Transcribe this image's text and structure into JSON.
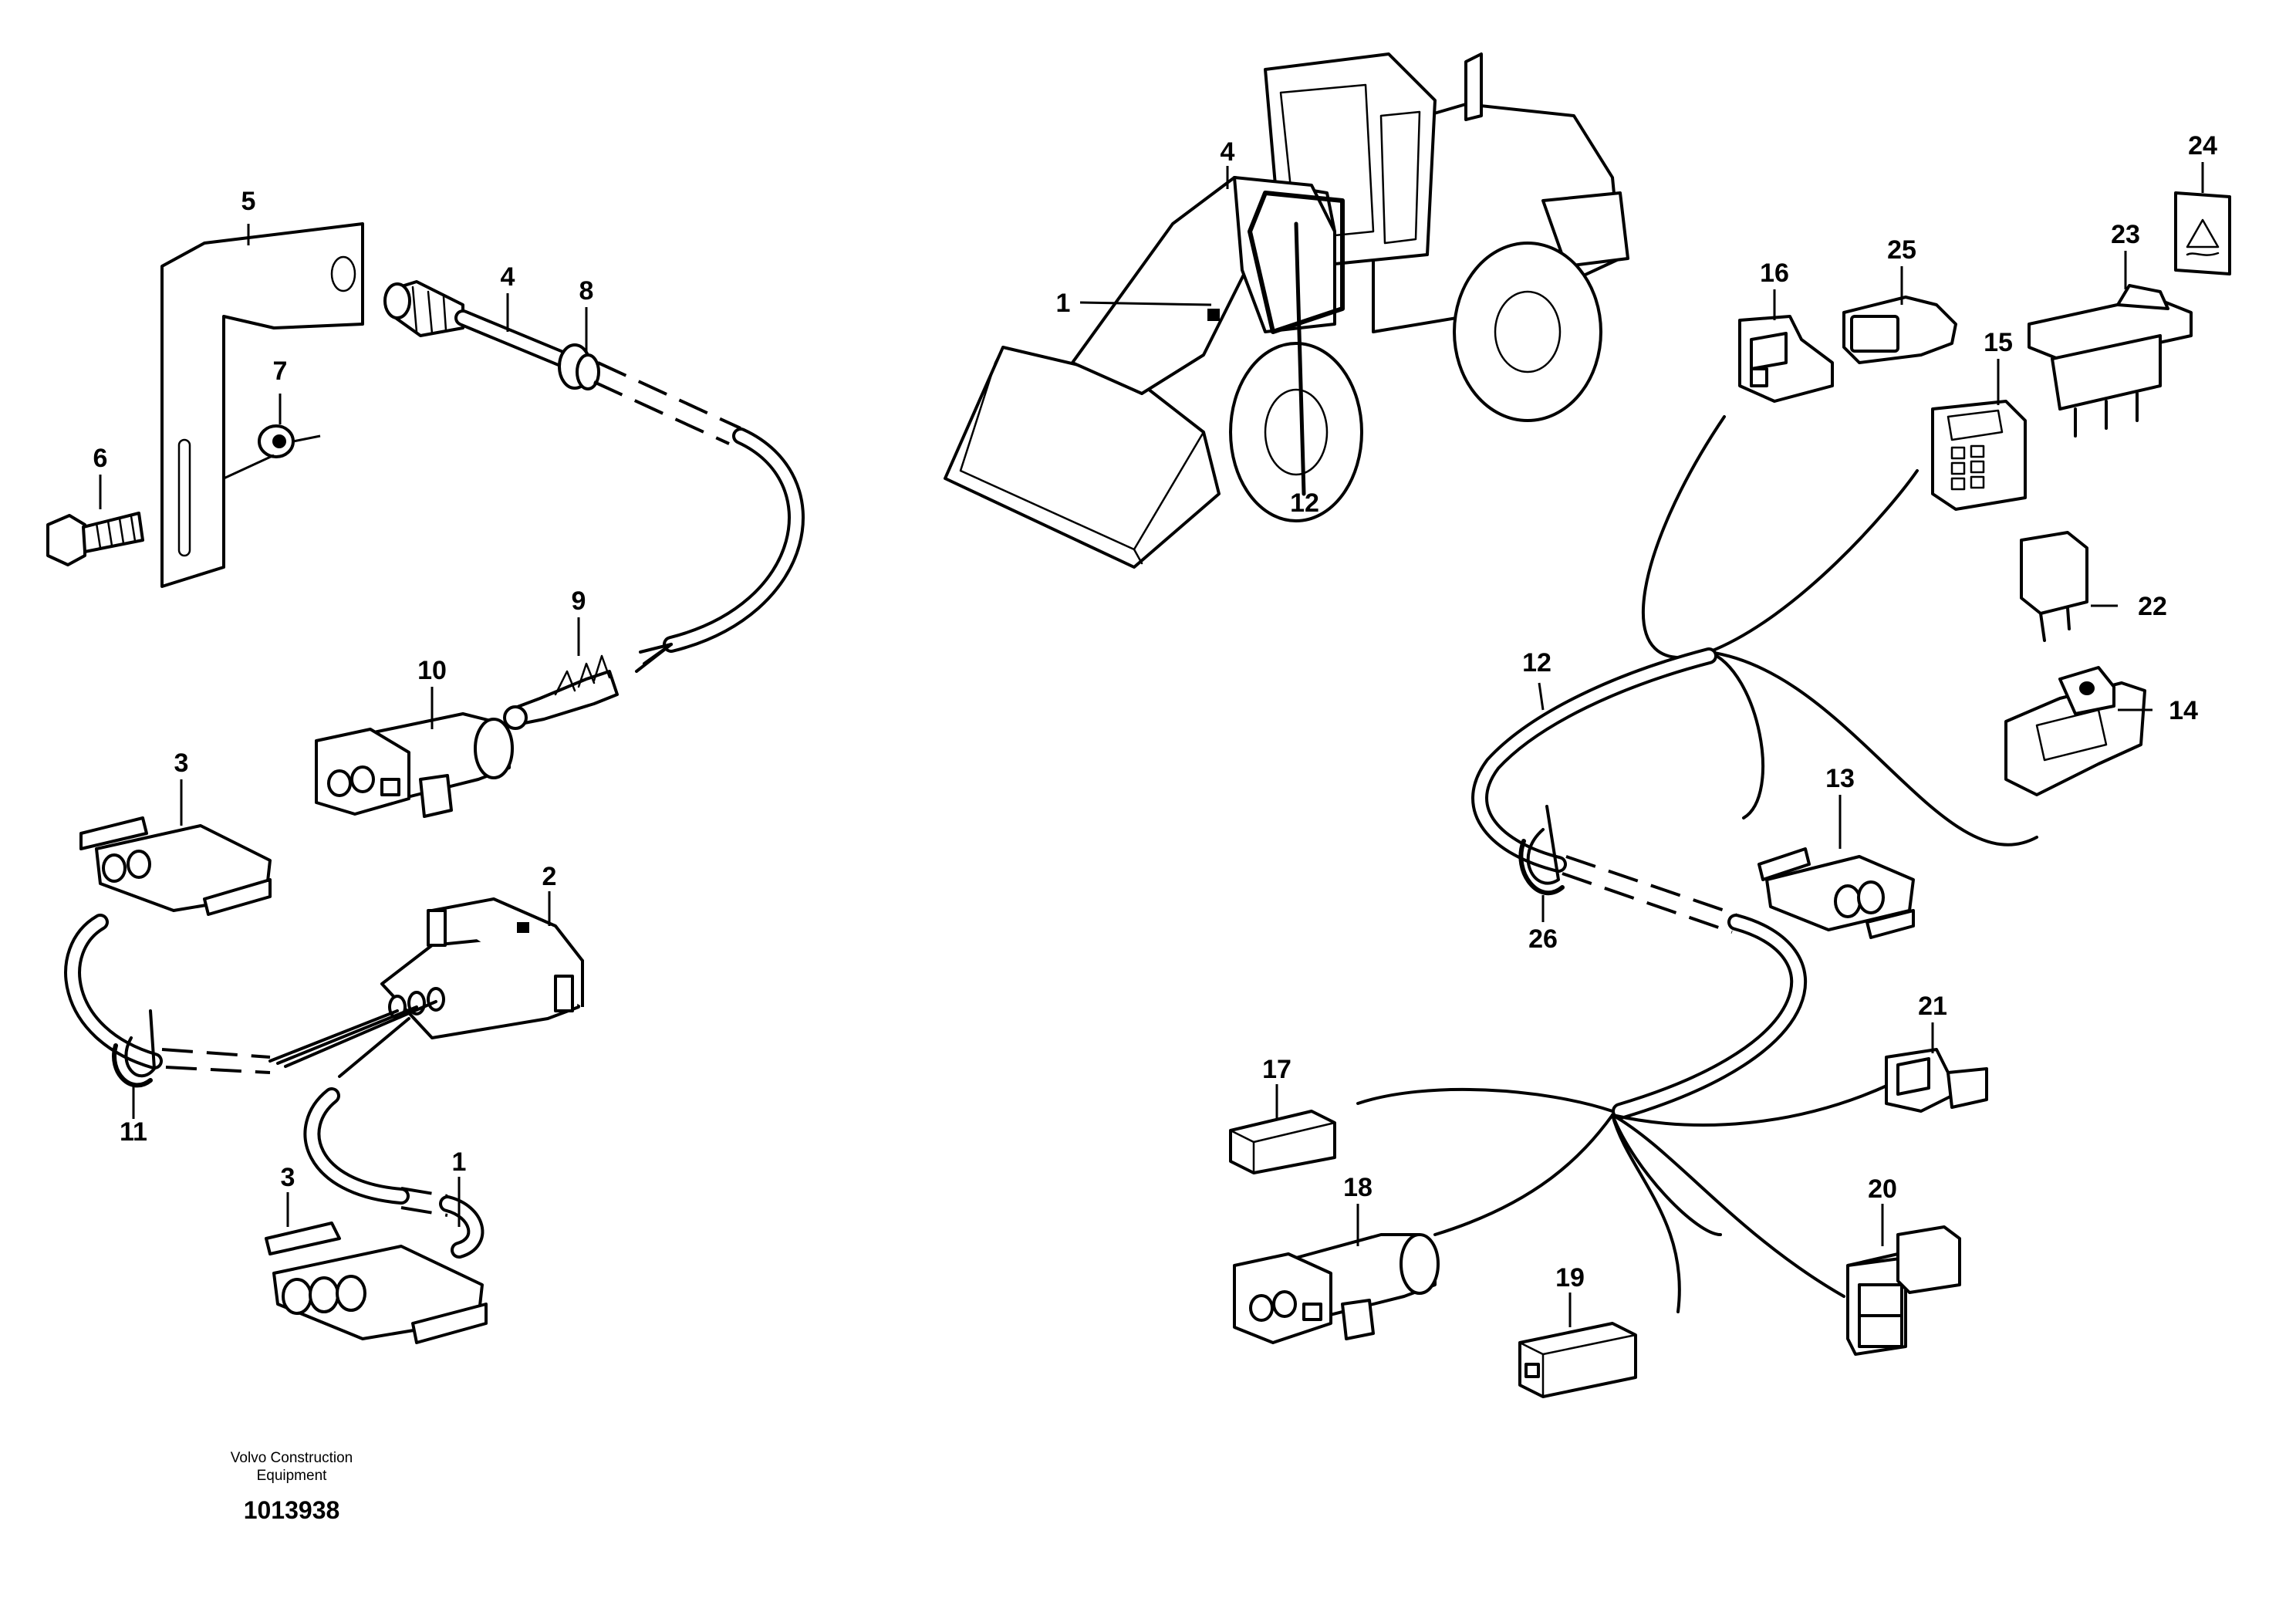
{
  "footer": {
    "company_line1": "Volvo Construction",
    "company_line2": "Equipment",
    "drawing_number": "1013938"
  },
  "callouts": {
    "c1_loader": "1",
    "c4_loader": "4",
    "c12_loader": "12",
    "c5": "5",
    "c4": "4",
    "c8": "8",
    "c7": "7",
    "c6": "6",
    "c9": "9",
    "c10": "10",
    "c3_top": "3",
    "c2": "2",
    "c11": "11",
    "c1": "1",
    "c3_bottom": "3",
    "c24": "24",
    "c23": "23",
    "c25": "25",
    "c16": "16",
    "c15": "15",
    "c22": "22",
    "c14": "14",
    "c12": "12",
    "c13": "13",
    "c26": "26",
    "c21": "21",
    "c17": "17",
    "c18": "18",
    "c20": "20",
    "c19": "19"
  }
}
